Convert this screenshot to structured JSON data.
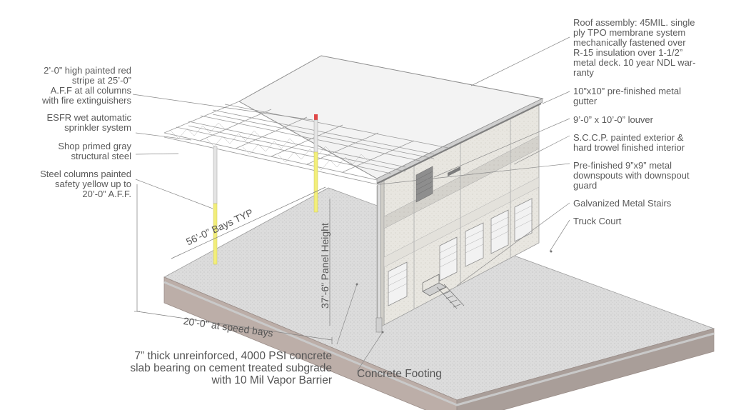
{
  "callouts_left": [
    "2’-0” high painted red\nstripe at 25’-0”\nA.F.F at all columns\nwith fire extinguishers",
    "ESFR wet automatic\nsprinkler system",
    "Shop primed gray\nstructural steel",
    "Steel columns painted\nsafety yellow up to\n20’-0” A.F.F."
  ],
  "callouts_right": [
    "Roof assembly: 45MIL. single\nply TPO membrane system\nmechanically fastened over\nR-15 insulation over 1-1/2”\nmetal deck. 10 year NDL war-\nranty",
    "10”x10” pre-finished metal\ngutter",
    "9’-0” x 10’-0” louver",
    "S.C.C.P. painted exterior &\nhard trowel finished interior",
    "Pre-finished 9”x9” metal\ndownspouts with downspout\nguard",
    "Galvanized Metal Stairs",
    "Truck Court"
  ],
  "callout_slab": "7” thick unreinforced, 4000 PSI concrete\nslab bearing on cement treated subgrade\nwith 10 Mil Vapor Barrier",
  "callout_footing": "Concrete Footing",
  "dimensions": {
    "bays": "56’-0” Bays TYP",
    "panel_height": "37’-6” Panel Height",
    "speed_bays": "20’-0” at speed bays"
  },
  "colors": {
    "red_stripe": "#e04848",
    "safety_yellow": "#f2ee7a",
    "slab": "#d6d6d6",
    "footing": "#bcaea8",
    "leader": "#8a8a8a"
  }
}
